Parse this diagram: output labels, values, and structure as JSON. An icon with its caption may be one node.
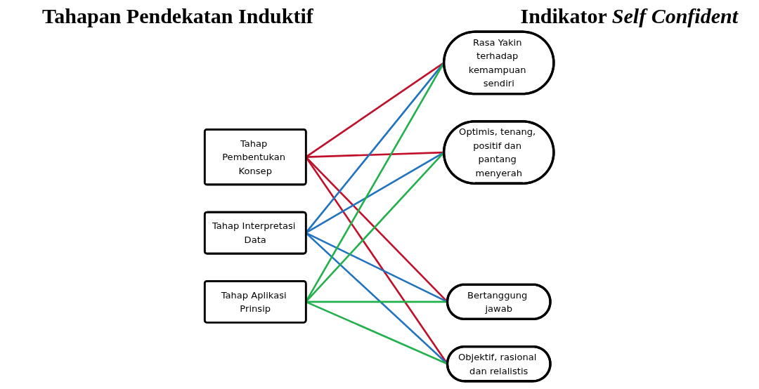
{
  "diagram": {
    "nodes": [
      {
        "text": [
          "Tahap Pembentukan Konsep"
        ]
      },
      {
        "text": [
          "Tahap Interpretasi Data"
        ]
      },
      {
        "text": [
          "Tahap Aplikasi Prinsip"
        ]
      },
      {
        "text": [
          "Rasa Yakin terhadap kemampuan sendiri"
        ]
      },
      {
        "text": [
          "Optimis, tenang, positif dan pantang menyerah"
        ]
      },
      {
        "text": [
          "Bertanggung jawab"
        ]
      },
      {
        "text": [
          "Objektif, rasional dan relalistis"
        ]
      }
    ],
    "edges": [
      {
        "from": 0,
        "to": 3,
        "arrow": "none",
        "color": "#c0102a"
      },
      {
        "from": 0,
        "to": 4,
        "arrow": "none",
        "color": "#c0102a"
      },
      {
        "from": 0,
        "to": 5,
        "arrow": "none",
        "color": "#c0102a"
      },
      {
        "from": 0,
        "to": 6,
        "arrow": "none",
        "color": "#c0102a"
      },
      {
        "from": 1,
        "to": 3,
        "arrow": "none",
        "color": "#1f73c0"
      },
      {
        "from": 1,
        "to": 4,
        "arrow": "none",
        "color": "#1f73c0"
      },
      {
        "from": 1,
        "to": 5,
        "arrow": "none",
        "color": "#1f73c0"
      },
      {
        "from": 1,
        "to": 6,
        "arrow": "none",
        "color": "#1f73c0"
      },
      {
        "from": 2,
        "to": 3,
        "arrow": "none",
        "color": "#22b04b"
      },
      {
        "from": 2,
        "to": 4,
        "arrow": "none",
        "color": "#22b04b"
      },
      {
        "from": 2,
        "to": 5,
        "arrow": "none",
        "color": "#22b04b"
      },
      {
        "from": 2,
        "to": 6,
        "arrow": "none",
        "color": "#22b04b"
      }
    ],
    "labels": [
      "Tahapan Pendekatan Induktif",
      "Indikator *Self Confident*"
    ]
  }
}
